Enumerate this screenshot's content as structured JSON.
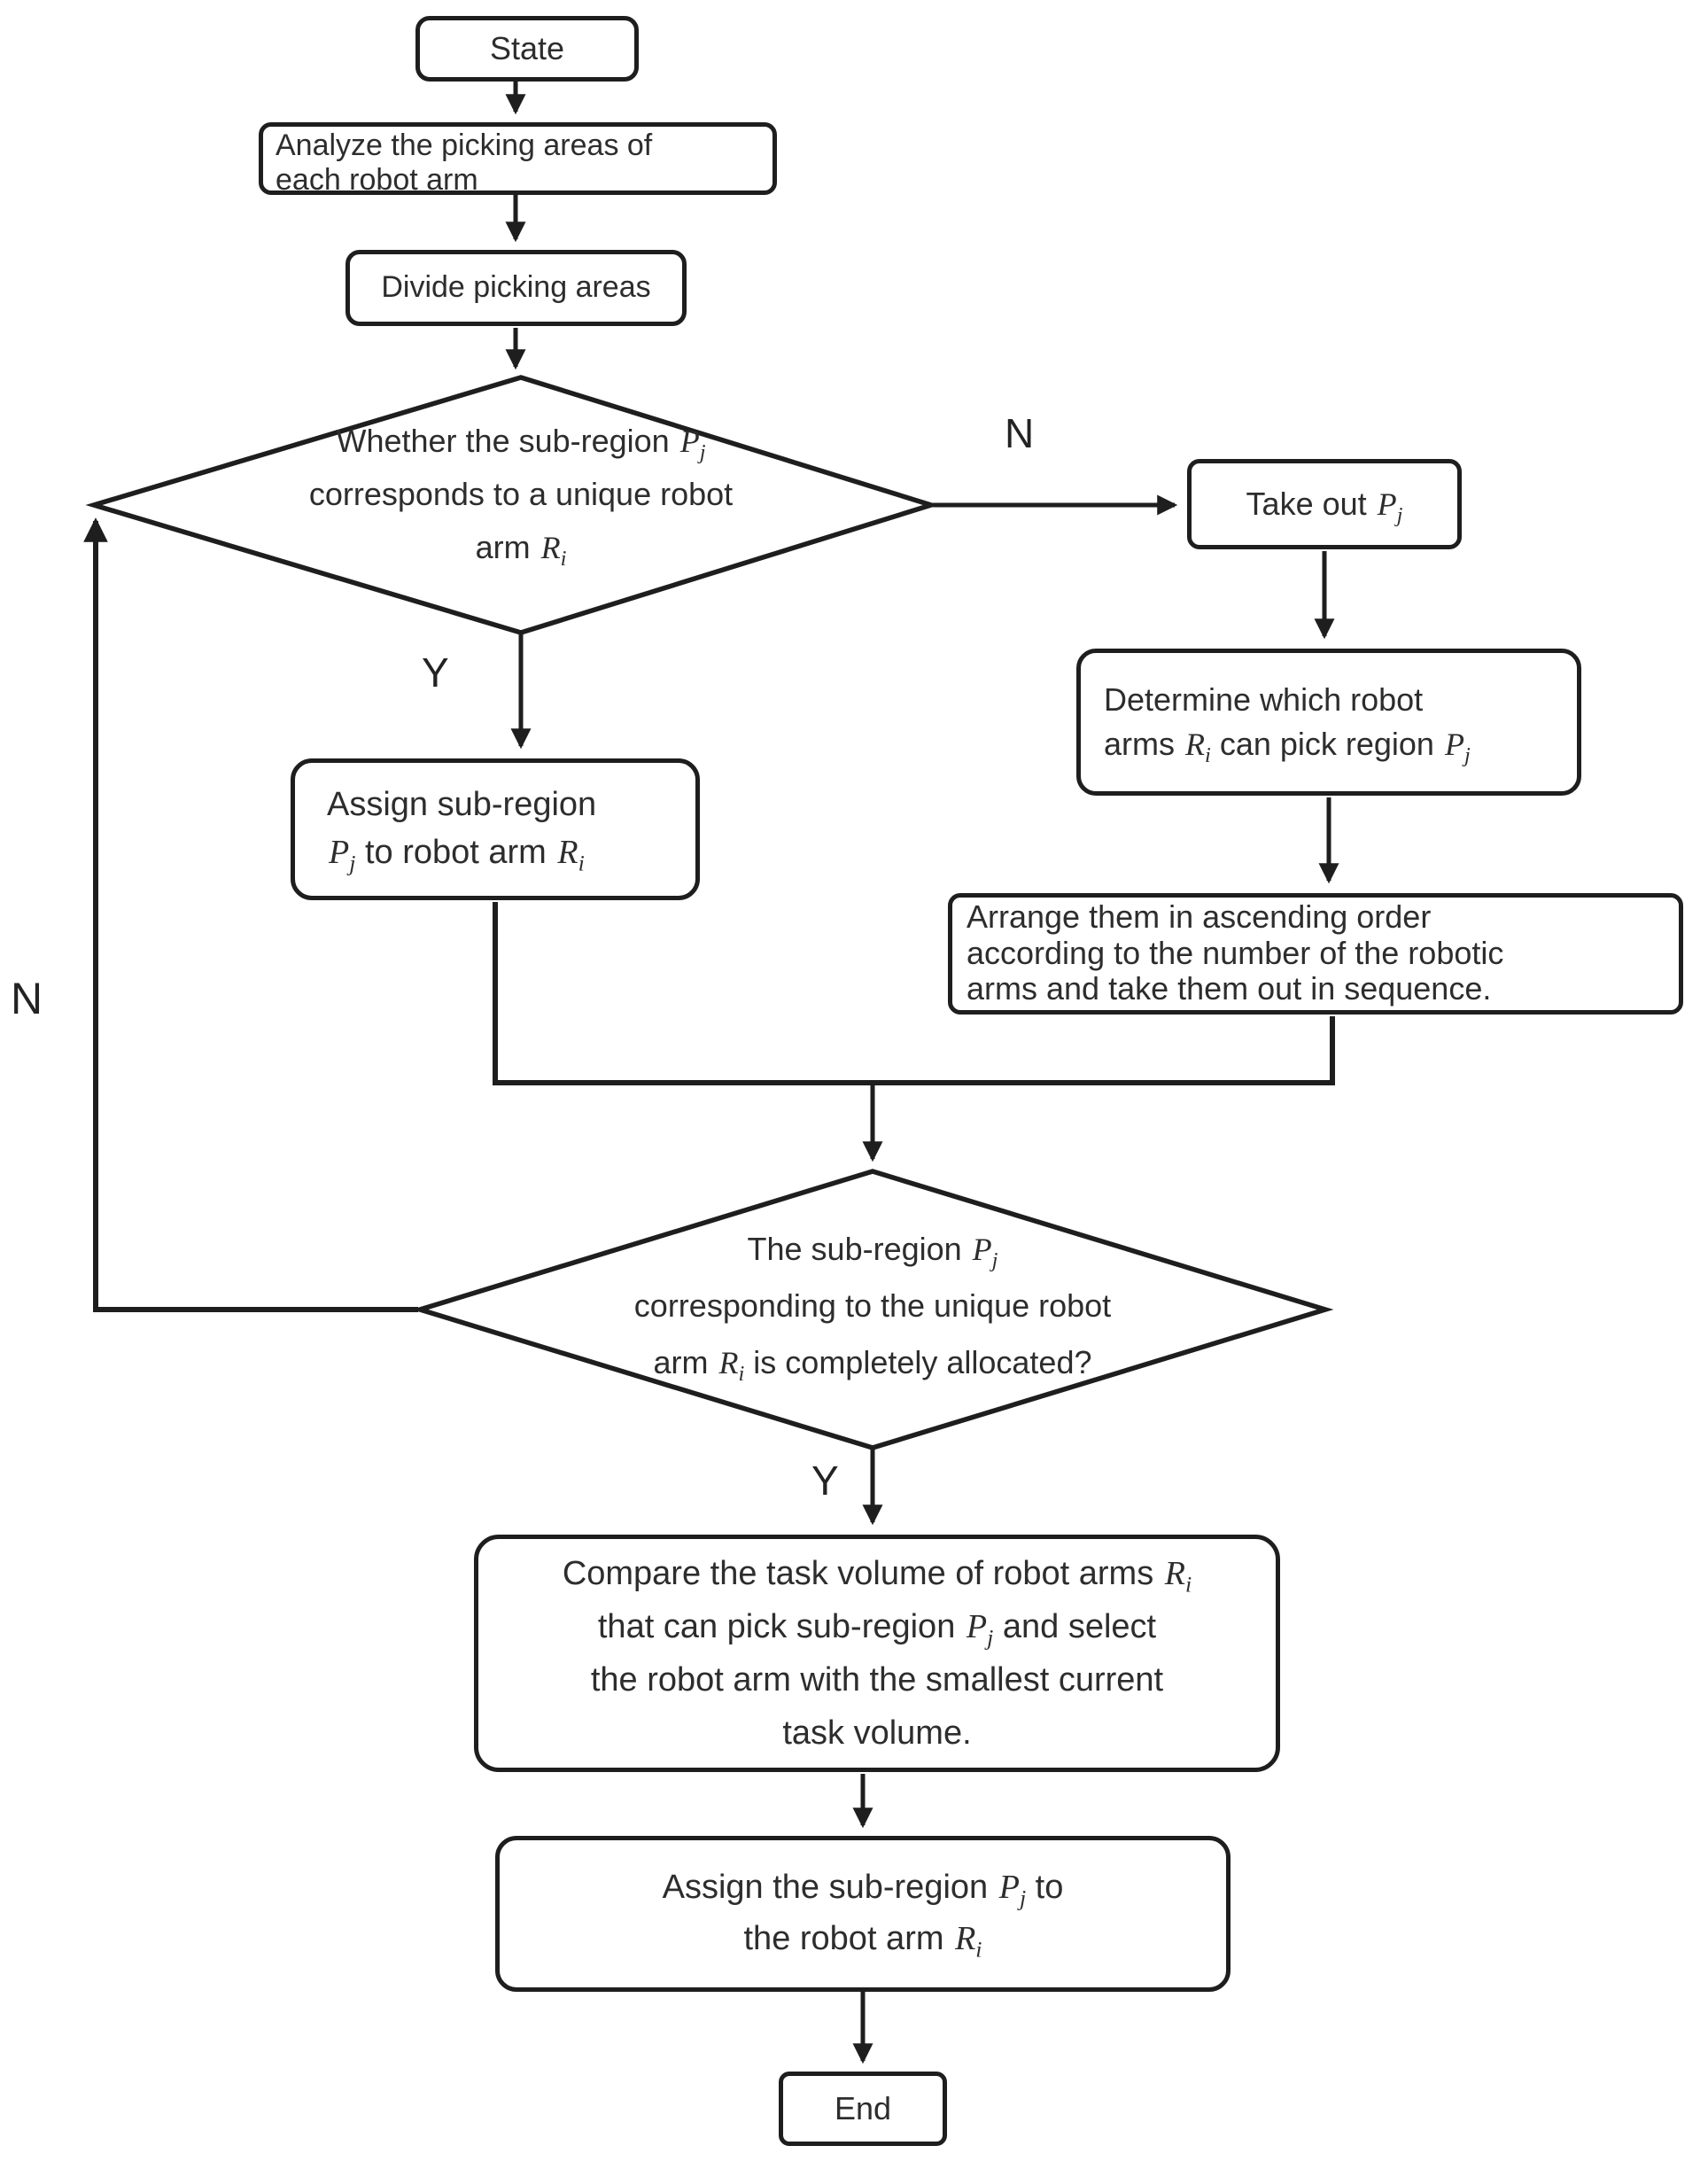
{
  "figure": {
    "kind": "flowchart",
    "title": "Picking-area allocation flowchart for robot arms",
    "colors": {
      "background": "#ffffff",
      "line": "#1e1e1e",
      "text": "#2d2d2d"
    }
  },
  "nodes": {
    "state": {
      "label": "State"
    },
    "analyze": {
      "label": "Analyze the picking areas of\neach robot arm"
    },
    "divide": {
      "label": "Divide picking areas"
    },
    "decision_unique": {
      "label": "Whether the sub-region P_j\ncorresponds to a unique robot\narm R_i"
    },
    "take_out": {
      "label": "Take out P_j"
    },
    "determine": {
      "label": "Determine which robot\narms R_i can pick region P_j"
    },
    "arrange": {
      "label": "Arrange them in ascending order\naccording to the number of the robotic\narms and take them out in sequence."
    },
    "assign_unique": {
      "label": "Assign sub-region\nP_j to robot arm R_i"
    },
    "decision_allocated": {
      "label": "The sub-region P_j\ncorresponding to the unique robot\narm R_i is completely allocated?"
    },
    "compare": {
      "label": "Compare the task volume of robot arms R_i\nthat can pick sub-region P_j and select\nthe robot arm with the smallest current\ntask volume."
    },
    "assign_smallest": {
      "label": "Assign the sub-region P_j to\nthe robot arm R_i"
    },
    "end": {
      "label": "End"
    }
  },
  "branch_labels": {
    "decision_unique_no": "N",
    "decision_unique_yes": "Y",
    "decision_allocated_no": "N",
    "decision_allocated_yes": "Y"
  }
}
